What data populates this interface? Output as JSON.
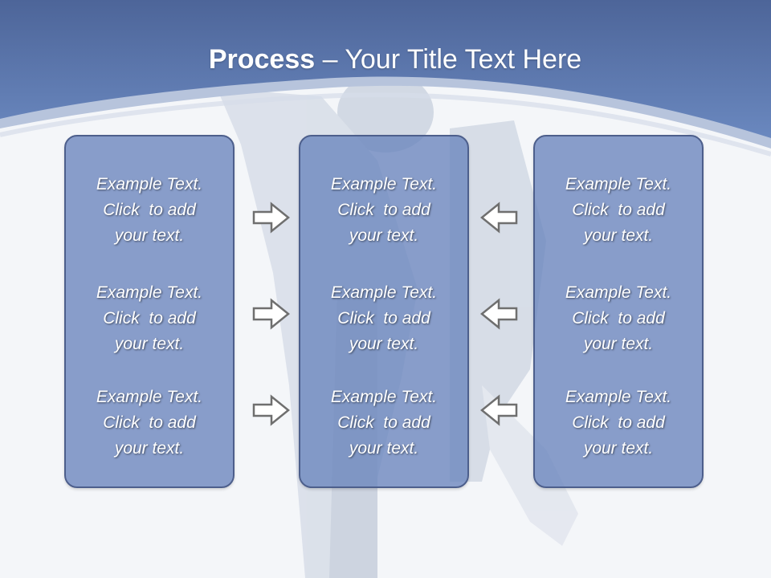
{
  "title": {
    "bold": "Process",
    "rest": " – Your Title Text Here"
  },
  "columns": [
    {
      "items": [
        {
          "lines": [
            "Example Text.",
            "Click  to add",
            "your text."
          ]
        },
        {
          "lines": [
            "Example Text.",
            "Click  to add",
            "your text."
          ]
        },
        {
          "lines": [
            "Example Text.",
            "Click  to add",
            "your text."
          ]
        }
      ]
    },
    {
      "items": [
        {
          "lines": [
            "Example Text.",
            "Click  to add",
            "your text."
          ]
        },
        {
          "lines": [
            "Example Text.",
            "Click  to add",
            "your text."
          ]
        },
        {
          "lines": [
            "Example Text.",
            "Click  to add",
            "your text."
          ]
        }
      ]
    },
    {
      "items": [
        {
          "lines": [
            "Example Text.",
            "Click  to add",
            "your text."
          ]
        },
        {
          "lines": [
            "Example Text.",
            "Click  to add",
            "your text."
          ]
        },
        {
          "lines": [
            "Example Text.",
            "Click  to add",
            "your text."
          ]
        }
      ]
    }
  ],
  "arrows": {
    "left_to_middle": "arrow-right-icon",
    "right_to_middle": "arrow-left-icon"
  },
  "colors": {
    "header": "#5a78ae",
    "box_fill": "#6984bc",
    "box_border": "#4d5f8c",
    "text": "#ffffff"
  }
}
